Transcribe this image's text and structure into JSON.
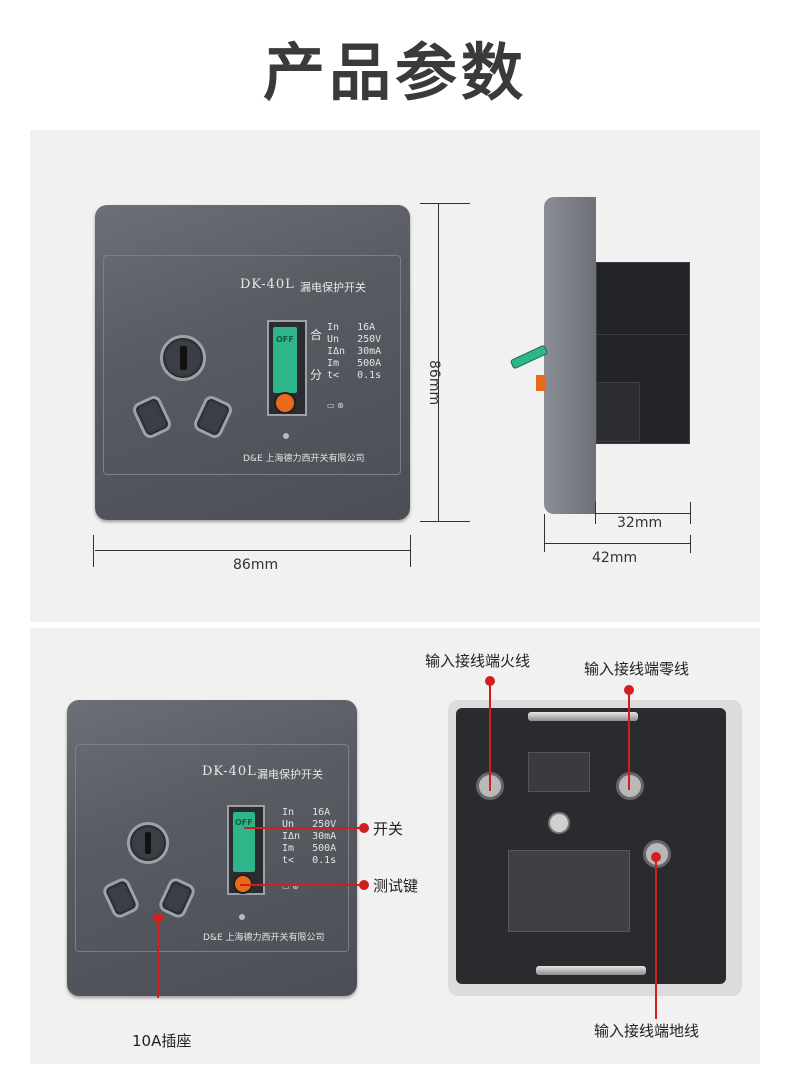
{
  "page_title": "产品参数",
  "product": {
    "model": "DK-40L",
    "name": "漏电保护开关",
    "off_label": "OFF",
    "spec_labels": "合\n\n分",
    "specs": "In   16A\nUn   250V\nIΔn  30mA\nIm   500A\nt<   0.1s",
    "brand_logo": "D&E",
    "brand_company": "上海德力西开关有限公司"
  },
  "dimensions": {
    "width": "86mm",
    "height": "86mm",
    "depth_body": "32mm",
    "depth_total": "42mm"
  },
  "callouts": {
    "live": "输入接线端火线",
    "neutral": "输入接线端零线",
    "switch": "开关",
    "test": "测试键",
    "socket": "10A插座",
    "ground": "输入接线端地线"
  },
  "colors": {
    "plate": "#585b62",
    "toggle": "#2fb58a",
    "test_button": "#e86a1a",
    "callout": "#d41e1e"
  }
}
